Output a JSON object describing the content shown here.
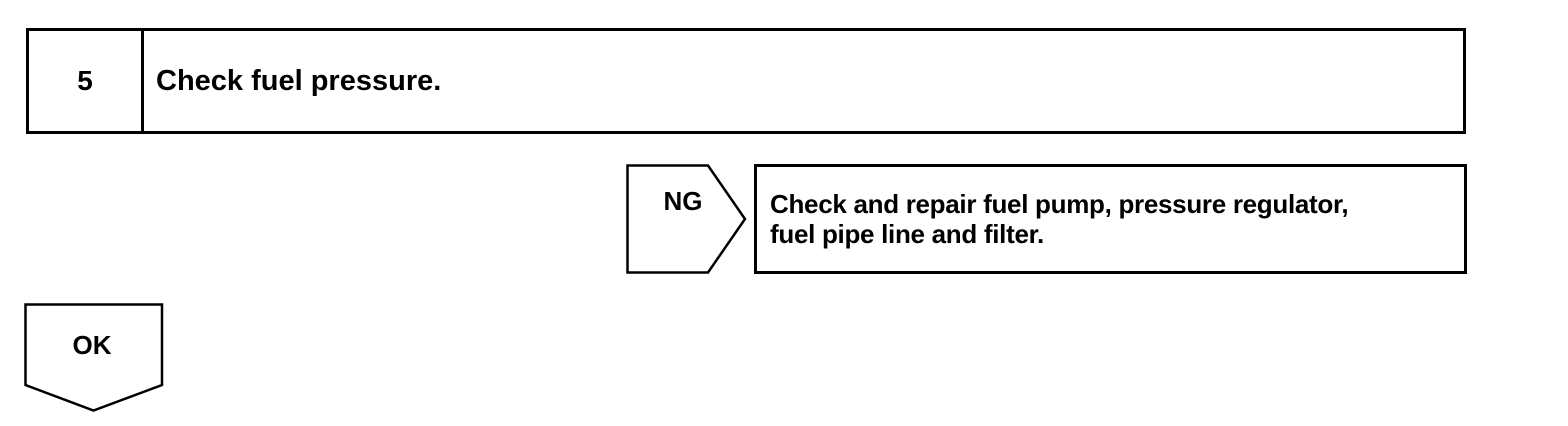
{
  "step": {
    "number": "5",
    "title": "Check fuel pressure."
  },
  "ng_branch": {
    "label": "NG",
    "action_lines": [
      "Check and repair fuel pump, pressure regulator,",
      "fuel pipe line and filter."
    ]
  },
  "ok_branch": {
    "label": "OK"
  }
}
